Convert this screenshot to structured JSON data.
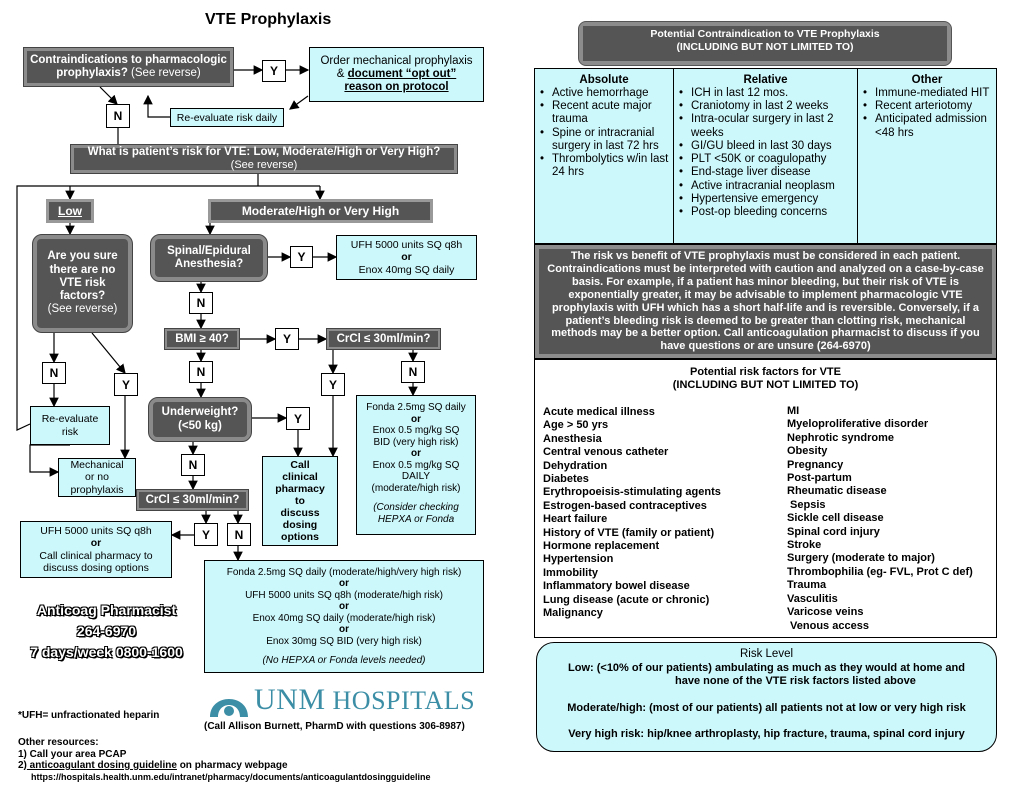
{
  "title": "VTE Prophylaxis",
  "flow": {
    "contra_q": "Contraindications to pharmacologic",
    "contra_q2": "prophylaxis?",
    "see_reverse": "(See reverse)",
    "y": "Y",
    "n": "N",
    "order_mech_1": "Order mechanical prophylaxis",
    "order_mech_amp": "&",
    "order_mech_2": "document “opt out”",
    "order_mech_3": "reason on protocol",
    "reeval_daily": "Re-evaluate risk daily",
    "risk_q": "What is patient’s risk for VTE: Low, Moderate/High or Very High?",
    "low": "Low",
    "modhigh": "Moderate/High or Very High",
    "sure_1": "Are you sure",
    "sure_2": "there are no",
    "sure_3": "VTE risk",
    "sure_4": "factors?",
    "spinal_1": "Spinal/Epidural",
    "spinal_2": "Anesthesia?",
    "ufh_1": "UFH 5000 units SQ q8h",
    "or": "or",
    "enox_daily": "Enox 40mg SQ daily",
    "bmi": "BMI ≥ 40?",
    "crcl": "CrCl ≤ 30ml/min?",
    "underweight_1": "Underweight?",
    "underweight_2": "(<50 kg)",
    "reeval_1": "Re-evaluate",
    "reeval_2": "risk",
    "mech_1": "Mechanical",
    "mech_2": "or no",
    "mech_3": "prophylaxis",
    "call_1": "Call",
    "call_2": "clinical",
    "call_3": "pharmacy",
    "call_4": "to",
    "call_5": "discuss",
    "call_6": "dosing",
    "call_7": "options",
    "fonda_box": [
      "Fonda 2.5mg SQ daily",
      "or",
      "Enox 0.5 mg/kg SQ",
      "BID (very high risk)",
      "or",
      "Enox 0.5 mg/kg SQ",
      "DAILY",
      "(moderate/high risk)"
    ],
    "fonda_note_1": "(Consider checking",
    "fonda_note_2": "HEPXA or Fonda",
    "ufh_call_1": "UFH 5000 units SQ q8h",
    "ufh_call_3": "Call clinical pharmacy to",
    "ufh_call_4": "discuss dosing options",
    "final_box": [
      "Fonda 2.5mg SQ daily (moderate/high/very high risk)",
      "or",
      "UFH 5000 units SQ q8h (moderate/high risk)",
      "or",
      "Enox 40mg SQ daily (moderate/high risk)",
      "or",
      "Enox 30mg SQ BID (very high risk)"
    ],
    "final_note": "(No HEPXA or Fonda levels needed)"
  },
  "contact": {
    "line1": "Anticoag Pharmacist",
    "line2": "264-6970",
    "line3": "7 days/week 0800-1600"
  },
  "logo": {
    "text": "UNM HOSPITALS",
    "word1": "UNM",
    "word2": "HOSPITALS",
    "color": "#3b8ea5"
  },
  "footer": {
    "ufh_def": "*UFH= unfractionated heparin",
    "call_allison": "(Call Allison Burnett, PharmD with questions 306-8987)",
    "other_res": "Other resources:",
    "res1": "1) Call your area PCAP",
    "res2_prefix": "2)",
    "res2_link": " anticoagulant  dosing guideline",
    "res2_suffix": " on pharmacy webpage",
    "url": "https://hospitals.health.unm.edu/intranet/pharmacy/documents/anticoagulantdosingguideline"
  },
  "contra": {
    "title_1": "Potential Contraindication to VTE Prophylaxis",
    "title_2": "(INCLUDING BUT NOT LIMITED TO)",
    "absolute": {
      "header": "Absolute",
      "items": [
        "Active hemorrhage",
        "Recent acute major trauma",
        "Spine or intracranial surgery in last 72 hrs",
        "Thrombolytics w/in last 24 hrs"
      ]
    },
    "relative": {
      "header": "Relative",
      "items": [
        "ICH in last 12 mos.",
        "Craniotomy in last 2 weeks",
        "Intra-ocular surgery in last 2 weeks",
        "GI/GU bleed in last 30 days",
        "PLT <50K or coagulopathy",
        "End-stage liver disease",
        "Active intracranial neoplasm",
        "Hypertensive emergency",
        "Post-op bleeding concerns"
      ]
    },
    "other": {
      "header": "Other",
      "items": [
        "Immune-mediated HIT",
        "Recent arteriotomy",
        "Anticipated admission <48 hrs"
      ]
    }
  },
  "warning": "The risk vs benefit of VTE prophylaxis must be considered in each patient. Contraindications must be interpreted with caution and analyzed on a case-by-case basis. For example, if a patient has minor bleeding, but their risk of VTE is exponentially greater, it may be advisable to implement pharmacologic VTE prophylaxis with UFH which has a short half-life and is reversible. Conversely, if a patient’s bleeding risk is deemed to be greater than clotting risk, mechanical methods may be a better option. Call anticoagulation pharmacist to discuss if you have questions or are unsure (264-6970)",
  "risk_factors": {
    "title_1": "Potential risk factors for VTE",
    "title_2": "(INCLUDING BUT NOT LIMITED TO)",
    "left": [
      "Acute medical illness",
      "Age > 50 yrs",
      "Anesthesia",
      "Central venous catheter",
      "Dehydration",
      "Diabetes",
      "Erythropoeisis-stimulating agents",
      "Estrogen-based contraceptives",
      "Heart failure",
      "History of VTE  (family or patient)",
      "Hormone replacement",
      "Hypertension",
      "Immobility",
      "Inflammatory bowel disease",
      "Lung disease (acute or chronic)",
      "Malignancy"
    ],
    "right": [
      "MI",
      "Myeloproliferative disorder",
      "Nephrotic syndrome",
      "Obesity",
      "Pregnancy",
      "Post-partum",
      "Rheumatic disease",
      " Sepsis",
      "Sickle cell disease",
      "Spinal cord injury",
      "Stroke",
      "Surgery (moderate to major)",
      "Thrombophilia (eg- FVL, Prot C def)",
      "Trauma",
      "Vasculitis",
      "Varicose veins",
      " Venous access"
    ]
  },
  "risk_level": {
    "title": "Risk Level",
    "low_1": "Low: (<10% of our patients) ambulating as much as they would at home and",
    "low_2": "have none of the VTE risk factors listed above",
    "mod": "Moderate/high: (most of our patients) all patients not at low or very high risk",
    "very": "Very high risk: hip/knee arthroplasty, hip fracture, trauma, spinal cord injury"
  },
  "colors": {
    "cyan": "#ccf7fb",
    "dark_gray": "#555555",
    "mid_gray": "#8c8c8c"
  }
}
